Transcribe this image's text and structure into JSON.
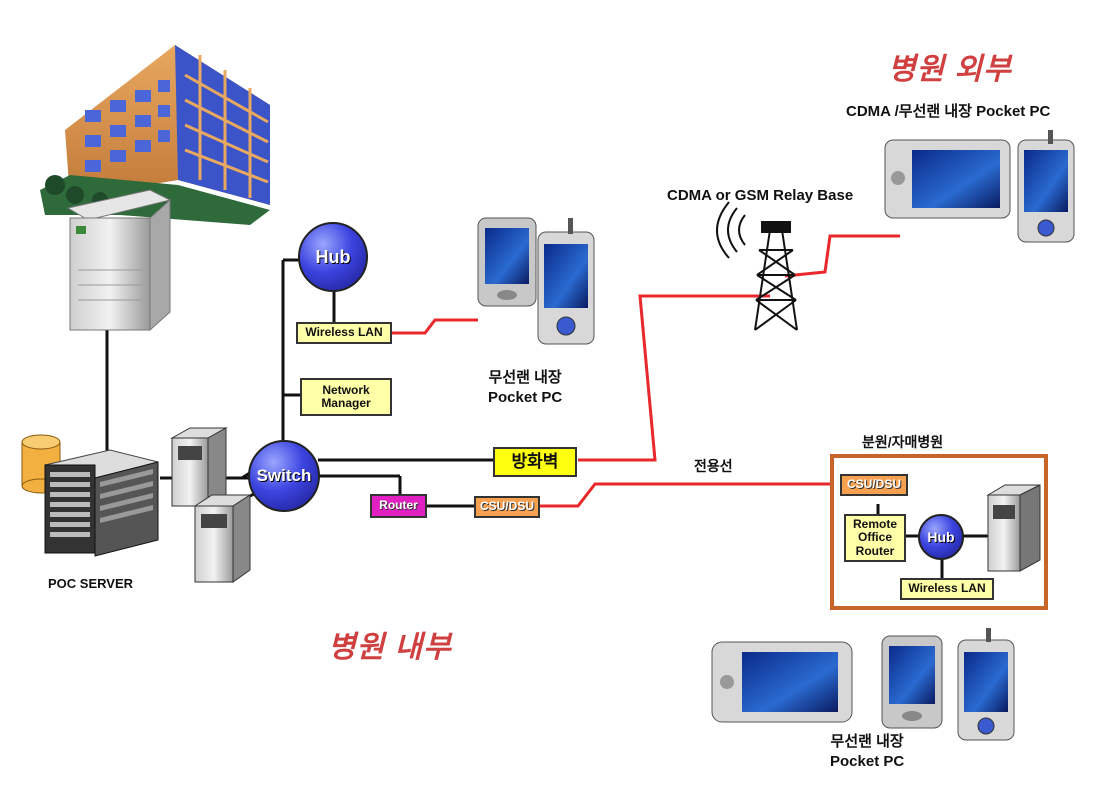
{
  "zones": {
    "outside": "병원 외부",
    "inside": "병원 내부"
  },
  "labels": {
    "cdma_pocket_pc": "CDMA /무선랜 내장 Pocket PC",
    "relay_base": "CDMA or GSM Relay Base",
    "wlan_pocket_pc_top": "무선랜  내장\nPocket PC",
    "poc_server": "POC SERVER",
    "dedicated_line": "전용선",
    "branch": "분원/자매병원",
    "wlan_pocket_pc_bottom": "무선랜 내장\nPocket PC"
  },
  "nodes": {
    "hub_main": "Hub",
    "wireless_lan_main": "Wireless LAN",
    "network_manager": "Network\nManager",
    "switch": "Switch",
    "firewall": "방화벽",
    "router": "Router",
    "csu_dsu_main": "CSU/DSU",
    "csu_dsu_branch": "CSU/DSU",
    "remote_office_router": "Remote\nOffice\nRouter",
    "hub_branch": "Hub",
    "wireless_lan_branch": "Wireless LAN"
  },
  "colors": {
    "link_red": "#e8282c",
    "link_black": "#111111",
    "zone_text": "#d04040",
    "branch_border": "#c86428"
  }
}
